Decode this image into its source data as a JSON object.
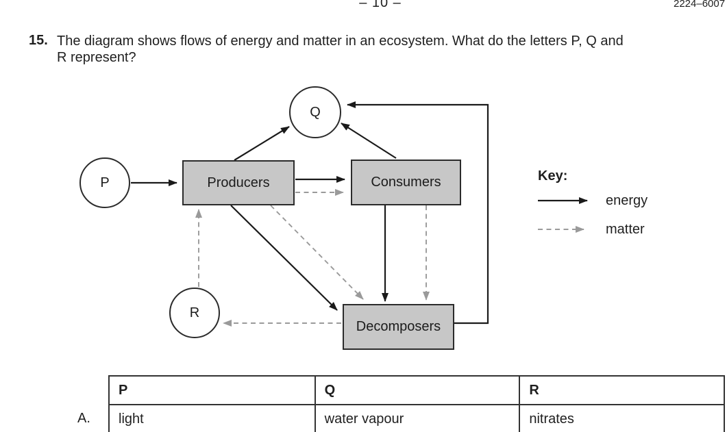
{
  "page": {
    "page_number": "– 10 –",
    "paper_code": "2224–6007"
  },
  "question": {
    "number": "15.",
    "line1": "The diagram shows flows of energy and matter in an ecosystem. What do the letters P, Q and",
    "line2": "R represent?"
  },
  "diagram": {
    "nodes": {
      "p": "P",
      "q": "Q",
      "r": "R",
      "producers": "Producers",
      "consumers": "Consumers",
      "decomposers": "Decomposers"
    },
    "key": {
      "title": "Key:",
      "energy": "energy",
      "matter": "matter"
    },
    "colors": {
      "box_fill": "#c7c7c7",
      "box_border": "#2b2b2b",
      "energy_arrow": "#1a1a1a",
      "matter_arrow": "#9a9a9a"
    }
  },
  "answer_table": {
    "headers": [
      "P",
      "Q",
      "R"
    ],
    "rows": [
      {
        "label": "A.",
        "p": "light",
        "q": "water vapour",
        "r": "nitrates"
      }
    ]
  }
}
